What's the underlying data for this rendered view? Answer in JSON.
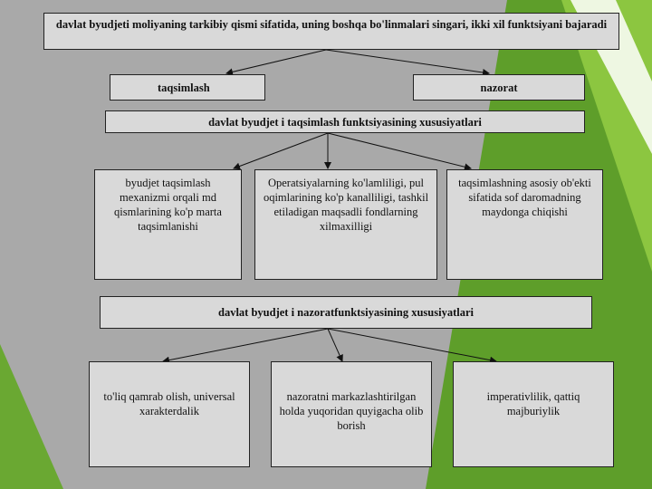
{
  "diagram": {
    "top_box": "davlat byudjeti moliyaning tarkibiy qismi sifatida, uning boshqa bo'linmalari singari, ikki xil funktsiyani bajaradi",
    "function_left": "taqsimlash",
    "function_right": "nazorat",
    "distribution_heading": "davlat byudjet i taqsimlash funktsiyasining xususiyatlari",
    "distribution_items": [
      "byudjet taqsimlash mexanizmi orqali md qismlarining ko'p marta taqsimlanishi",
      "Operatsiyalarning ko'lamliligi, pul oqimlarining ko'p kanalliligi, tashkil etiladigan maqsadli fondlarning xilmaxilligi",
      "taqsimlashning asosiy ob'ekti sifatida sof daromadning maydonga chiqishi"
    ],
    "control_heading": "davlat byudjet i nazoratfunktsiyasining xususiyatlari",
    "control_items": [
      "to'liq qamrab olish, universal xarakterdalik",
      "nazoratni markazlashtirilgan holda yuqoridan quyigacha olib borish",
      "imperativlilik, qattiq majburiylik"
    ]
  },
  "colors": {
    "background": "#a9a9a9",
    "box_fill": "#d9d9d9",
    "accent_green": "#5e9e2a",
    "accent_light_green": "#8cc640"
  }
}
